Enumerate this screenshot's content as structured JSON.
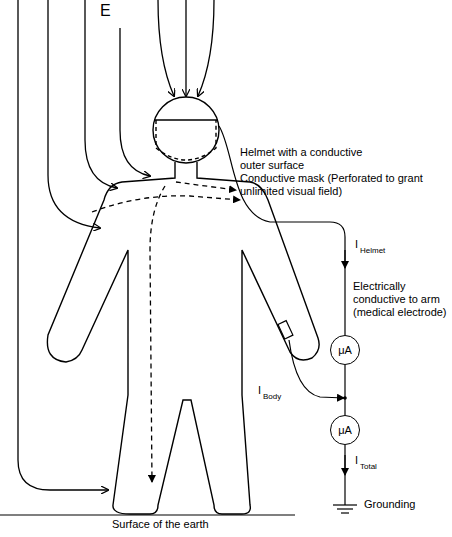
{
  "diagram": {
    "nodes": [
      {
        "text": [
          "μA"
        ]
      },
      {
        "text": [
          "μA"
        ]
      }
    ],
    "edges": [
      {
        "from": 0,
        "to": 1,
        "arrow": "none"
      }
    ],
    "labels": [
      "E",
      "Helmet with a conductive outer surface",
      "Conductive mask (Perforated to grant unlimited visual field)",
      "I",
      "Helmet",
      "Electrically conductive to arm (medical electrode)",
      "I",
      "Body",
      "I",
      "Total",
      "Surface of the earth",
      "Grounding"
    ]
  }
}
